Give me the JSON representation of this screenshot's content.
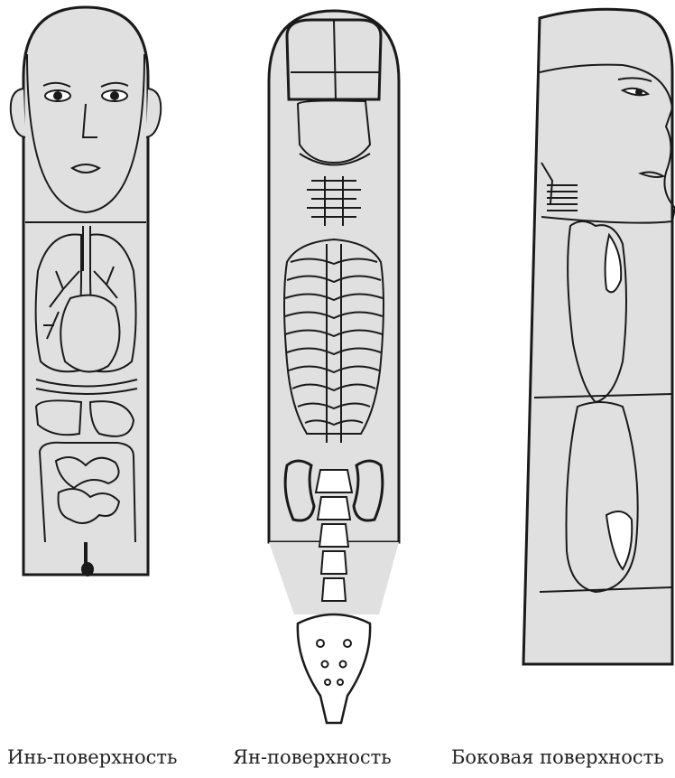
{
  "captions": {
    "yin": "Инь-поверхность",
    "yang": "Ян-поверхность",
    "side": "Боковая поверхность"
  },
  "colors": {
    "fill": "#e0e0e0",
    "line": "#1a1a1a",
    "background": "#ffffff"
  },
  "icons": {
    "yin_figure": "finger-palm-face-organs-icon",
    "yang_figure": "finger-back-nail-spine-icon",
    "side_figure": "finger-side-profile-icon"
  }
}
